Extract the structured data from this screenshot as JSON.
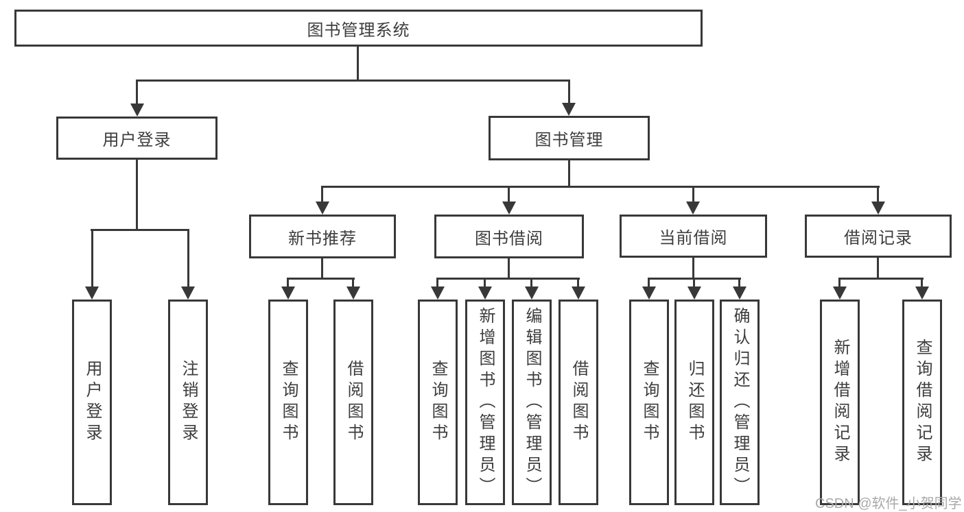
{
  "diagram": {
    "root": {
      "label": "图书管理系统"
    },
    "level1": [
      {
        "label": "用户登录"
      },
      {
        "label": "图书管理"
      }
    ],
    "level2": [
      {
        "label": "新书推荐"
      },
      {
        "label": "图书借阅"
      },
      {
        "label": "当前借阅"
      },
      {
        "label": "借阅记录"
      }
    ],
    "leaves": {
      "user_login": [
        "用户登录",
        "注销登录"
      ],
      "new_book": [
        "查询图书",
        "借阅图书"
      ],
      "borrow": [
        "查询图书",
        "新增图书（管理员）",
        "编辑图书（管理员）",
        "借阅图书"
      ],
      "current": [
        "查询图书",
        "归还图书",
        "确认归还（管理员）"
      ],
      "records": [
        "新增借阅记录",
        "查询借阅记录"
      ]
    }
  },
  "watermark": {
    "text": "CSDN @软件_小贺同学"
  },
  "colors": {
    "line": "#383838",
    "text": "#3d3d3d",
    "watermark": "#a9a9a9",
    "background": "#ffffff"
  }
}
